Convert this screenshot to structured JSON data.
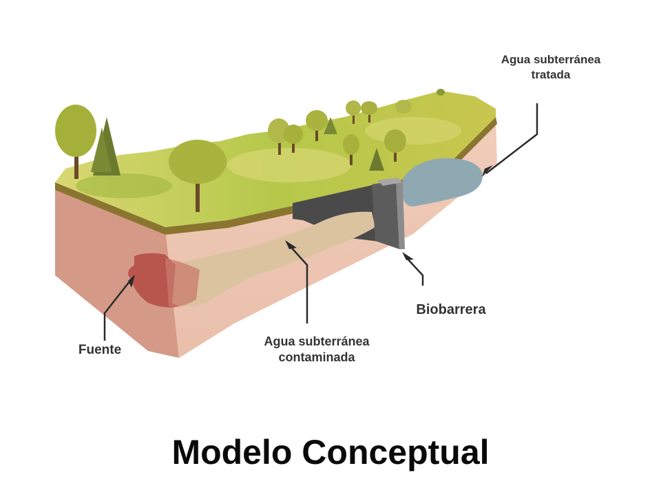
{
  "labels": {
    "treated_groundwater": [
      "Agua subterránea",
      "tratada"
    ],
    "biobarrier": "Biobarrera",
    "contaminated_groundwater": [
      "Agua subterránea",
      "contaminada"
    ],
    "source": "Fuente"
  },
  "title": "Modelo Conceptual",
  "colors": {
    "soil_front": "#eec8b6",
    "soil_side": "#d9a18e",
    "grass_top": "#b7c84a",
    "grass_light": "#d6d870",
    "topsoil_edge": "#7a6a2a",
    "contaminant_plume": "#dcc4a0",
    "source_zone": "#b8554c",
    "biobarrier_face": "#5a5a5a",
    "biobarrier_top": "#8c8c8c",
    "treated_water": "#8fa9b2",
    "arrow": "#2a2a2a",
    "tree_foliage": "#a3b23c",
    "tree_trunk": "#6b4a2a"
  }
}
